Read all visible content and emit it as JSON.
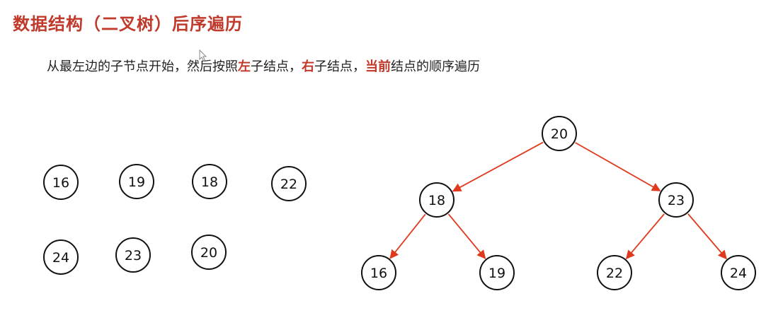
{
  "title": "数据结构（二叉树）后序遍历",
  "description": {
    "part1": "从最左边的子节点开始，然后按照",
    "left": "左",
    "part2": "子结点，",
    "right": "右",
    "part3": "子结点，",
    "current": "当前",
    "part4": "结点的顺序遍历"
  },
  "colors": {
    "title": "#c0392b",
    "highlight": "#c0392b",
    "edge": "#e03a1e",
    "node_stroke": "#111111"
  },
  "icons": {
    "cursor": "mouse-pointer-icon"
  },
  "traversal_sequence": [
    "16",
    "19",
    "18",
    "22",
    "24",
    "23",
    "20"
  ],
  "tree": {
    "root": "20",
    "children": {
      "20": [
        "18",
        "23"
      ],
      "18": [
        "16",
        "19"
      ],
      "23": [
        "22",
        "24"
      ]
    }
  }
}
